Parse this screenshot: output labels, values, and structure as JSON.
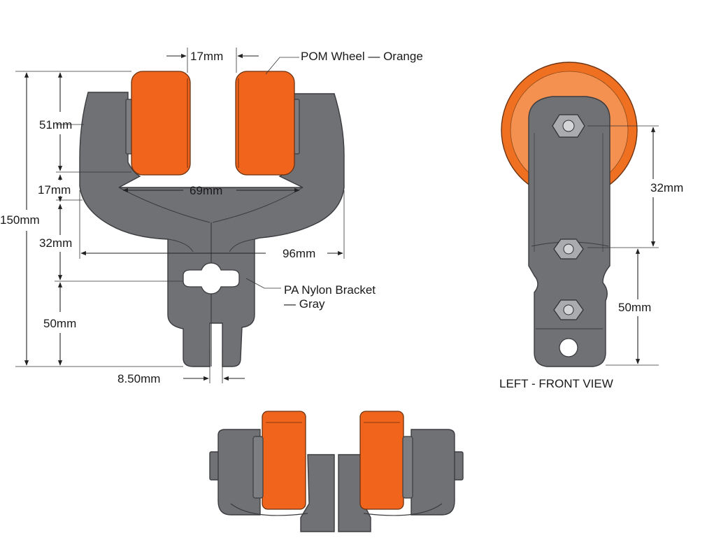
{
  "front_view": {
    "dims": {
      "gap_top": "17mm",
      "wheel_height": "51mm",
      "lower_gap": "17mm",
      "inner_width": "69mm",
      "overall_height": "150mm",
      "stem_upper": "32mm",
      "outer_width": "96mm",
      "stem_lower": "50mm",
      "slot_width": "8.50mm"
    },
    "callouts": {
      "wheel": "POM Wheel — Orange",
      "bracket_line1": "PA Nylon Bracket",
      "bracket_line2": "— Gray"
    }
  },
  "side_view": {
    "dims": {
      "upper": "32mm",
      "lower": "50mm"
    },
    "caption": "LEFT - FRONT VIEW"
  },
  "colors": {
    "wheel": "#f0641c",
    "bracket": "#6f7175",
    "background": "#ffffff"
  }
}
